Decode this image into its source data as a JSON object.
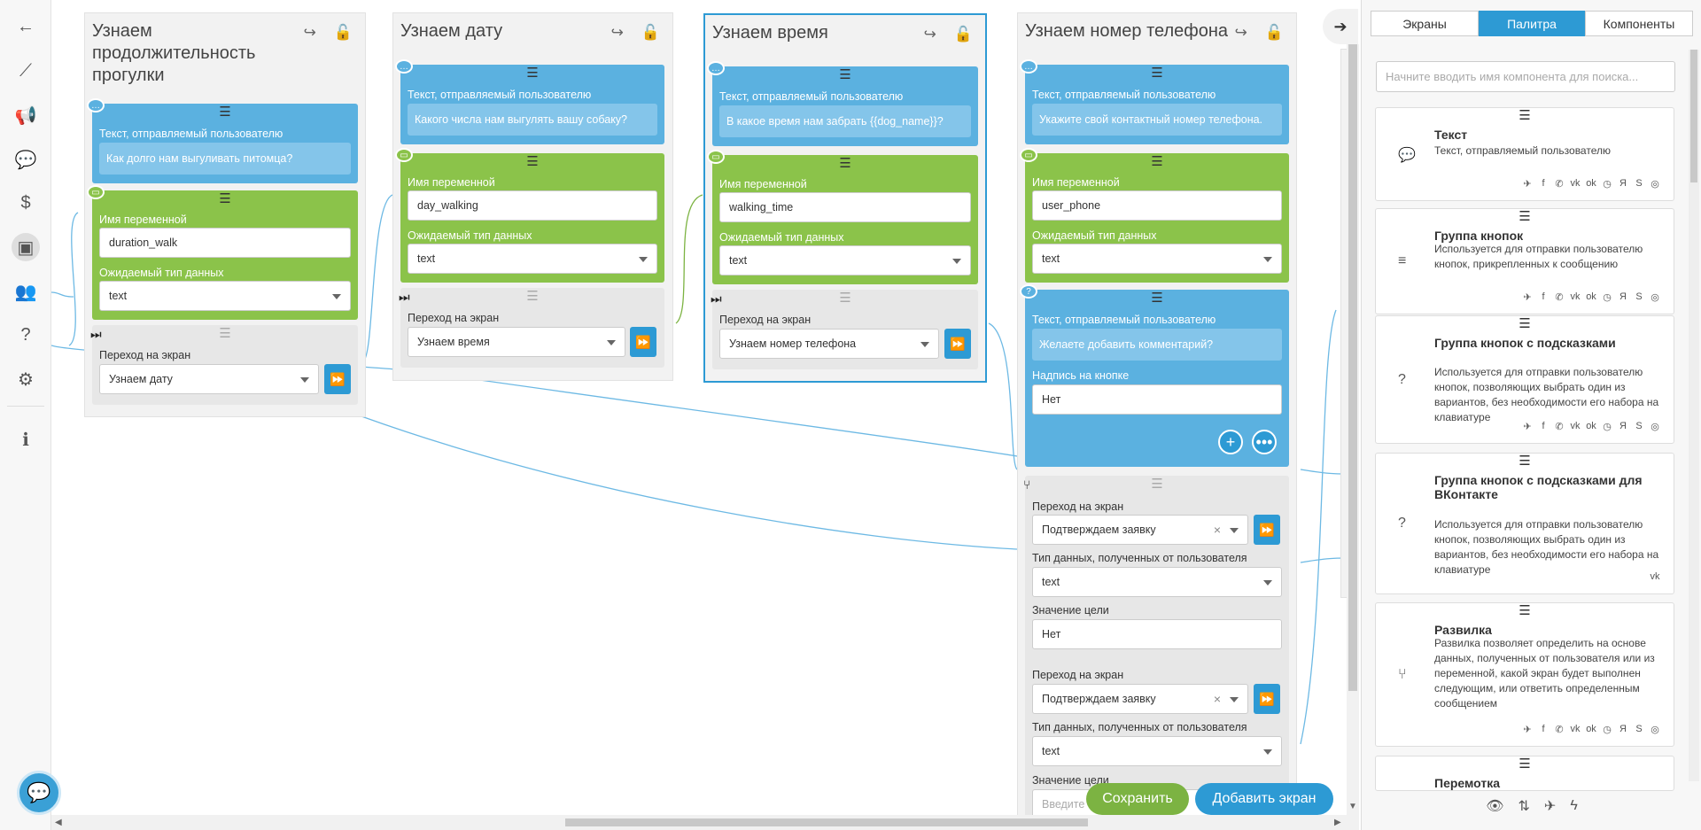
{
  "left_nav": [
    {
      "name": "back-arrow-icon",
      "glyph": "←"
    },
    {
      "name": "stats-chart-icon",
      "glyph": "⟋"
    },
    {
      "name": "megaphone-icon",
      "glyph": "📢"
    },
    {
      "name": "comment-icon",
      "glyph": "💬"
    },
    {
      "name": "dollar-icon",
      "glyph": "$"
    },
    {
      "name": "screens-editor-icon",
      "glyph": "▣"
    },
    {
      "name": "users-icon",
      "glyph": "👥"
    },
    {
      "name": "help-icon",
      "glyph": "?"
    },
    {
      "name": "settings-icon",
      "glyph": "⚙"
    },
    {
      "name": "info-icon",
      "glyph": "ℹ"
    }
  ],
  "screens": {
    "walk_duration": {
      "title": "Узнаем продолжительность прогулки",
      "text_label": "Текст, отправляемый пользователю",
      "text_value": "Как долго нам выгуливать питомца?",
      "var_label": "Имя переменной",
      "var_value": "duration_walk",
      "type_label": "Ожидаемый тип данных",
      "type_value": "text",
      "goto_label": "Переход на экран",
      "goto_value": "Узнаем дату"
    },
    "date": {
      "title": "Узнаем дату",
      "text_label": "Текст, отправляемый пользователю",
      "text_value": "Какого числа нам выгулять вашу собаку?",
      "var_label": "Имя переменной",
      "var_value": "day_walking",
      "type_label": "Ожидаемый тип данных",
      "type_value": "text",
      "goto_label": "Переход на экран",
      "goto_value": "Узнаем время"
    },
    "time": {
      "title": "Узнаем время",
      "text_label": "Текст, отправляемый пользователю",
      "text_value": "В какое время нам забрать {{dog_name}}?",
      "var_label": "Имя переменной",
      "var_value": "walking_time",
      "type_label": "Ожидаемый тип данных",
      "type_value": "text",
      "goto_label": "Переход на экран",
      "goto_value": "Узнаем номер телефона"
    },
    "phone": {
      "title": "Узнаем номер телефона",
      "text_label": "Текст, отправляемый пользователю",
      "text_value": "Укажите свой контактный номер телефона.",
      "var_label": "Имя переменной",
      "var_value": "user_phone",
      "type_label": "Ожидаемый тип данных",
      "type_value": "text",
      "buttons_text_label": "Текст, отправляемый пользователю",
      "buttons_text_value": "Желаете добавить комментарий?",
      "button_label_label": "Надпись на кнопке",
      "button_label_value": "Нет",
      "fork": {
        "goto_label": "Переход на экран",
        "goto_value_1": "Подтверждаем заявку",
        "datatype_label": "Тип данных, полученных от пользователя",
        "datatype_value_1": "text",
        "target_label": "Значение цели",
        "target_value_1": "Нет",
        "goto_value_2": "Подтверждаем заявку",
        "datatype_value_2": "text",
        "target_placeholder": "Введите"
      }
    }
  },
  "actions": {
    "save": "Сохранить",
    "add_screen": "Добавить экран"
  },
  "panel": {
    "tabs": [
      "Экраны",
      "Палитра",
      "Компоненты"
    ],
    "active_tab": "Палитра",
    "search_placeholder": "Начните вводить имя компонента для поиска...",
    "components": [
      {
        "title": "Текст",
        "desc": "Текст, отправляемый пользователю",
        "icon": "comment-icon",
        "glyph": "💬"
      },
      {
        "title": "Группа кнопок",
        "desc": "Используется для отправки пользователю кнопок, прикрепленных к сообщению",
        "icon": "list-icon",
        "glyph": "≡"
      },
      {
        "title": "Группа кнопок с подсказками",
        "desc": "Используется для отправки пользователю кнопок, позволяющих выбрать один из вариантов, без необходимости его набора на клавиатуре",
        "icon": "question-icon",
        "glyph": "?"
      },
      {
        "title": "Группа кнопок с подсказками для ВКонтакте",
        "desc": "Используется для отправки пользователю кнопок, позволяющих выбрать один из вариантов, без необходимости его набора на клавиатуре",
        "icon": "question-icon",
        "glyph": "?"
      },
      {
        "title": "Развилка",
        "desc": "Развилка позволяет определить на основе данных, полученных от пользователя или из переменной, какой экран будет выполнен следующим, или ответить определенным сообщением",
        "icon": "fork-icon",
        "glyph": "⑂"
      },
      {
        "title": "Перемотка",
        "desc": "",
        "icon": "rewind-icon",
        "glyph": ""
      }
    ]
  },
  "colors": {
    "blue": "#5bb1e0",
    "green": "#8bc34a",
    "accent": "#2d9ad4",
    "save": "#7cb342"
  }
}
